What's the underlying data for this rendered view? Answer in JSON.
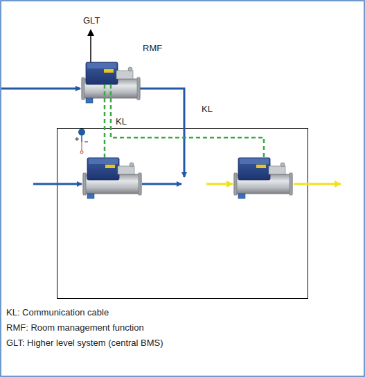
{
  "diagram": {
    "labels": [
      "GLT",
      "RMF",
      "KL",
      "KL",
      "KL: Communication cable",
      "RMF: Room management function",
      "GLT: Higher level system (central BMS)"
    ]
  }
}
